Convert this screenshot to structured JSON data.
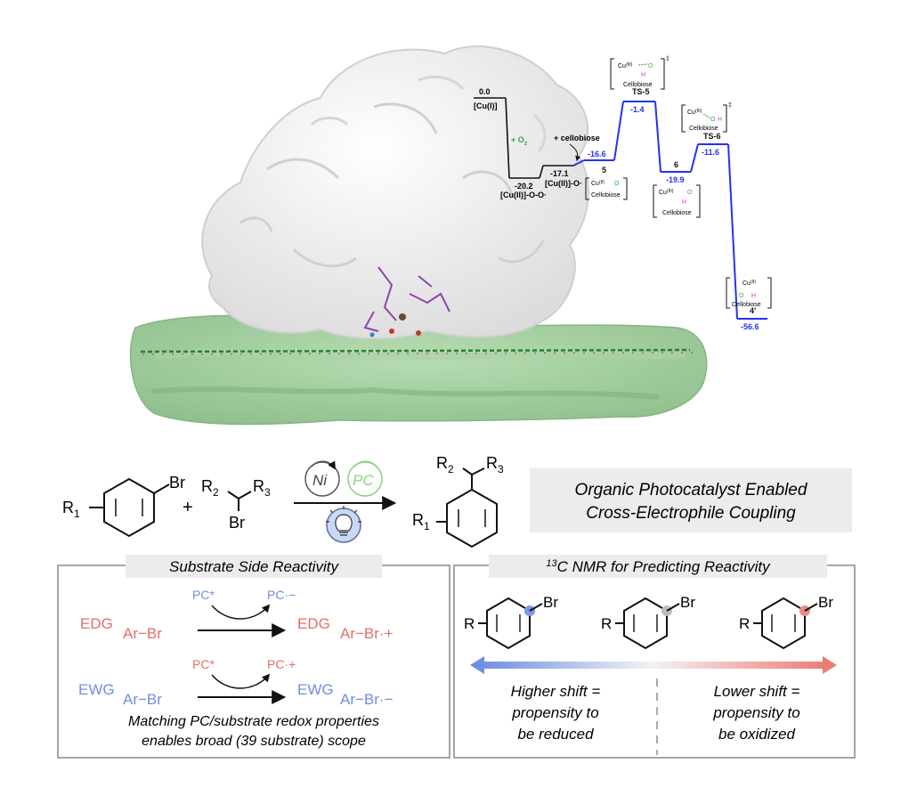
{
  "energy_profile": {
    "states": {
      "cu1": {
        "value": "0.0",
        "label": "[Cu(I)]"
      },
      "cuoo": {
        "value": "-20.2",
        "label": "[Cu(II)]-O-O·"
      },
      "cuo": {
        "value": "-17.1",
        "label": "[Cu(II)]-O·"
      },
      "int5": {
        "value": "-16.6",
        "label": "5"
      },
      "ts5": {
        "value": "-1.4",
        "label": "TS-5"
      },
      "int6": {
        "value": "-19.9",
        "label": "6"
      },
      "ts6": {
        "value": "-11.6",
        "label": "TS-6"
      },
      "prod": {
        "value": "-56.6",
        "label": "4'"
      }
    },
    "reagents": {
      "o2": "+ O",
      "o2_sub": "2",
      "cellobiose": "+ cellobiose"
    },
    "box_labels": {
      "cu2": "Cu",
      "cu2_sup": "(II)",
      "cu3": "Cu",
      "cu3_sup": "(III)",
      "o": "O",
      "h": "H",
      "cellobiose": "Cellobiose",
      "ts_mark": "‡"
    }
  },
  "reaction": {
    "r1": "R",
    "r1_sub": "1",
    "br": "Br",
    "plus": "+",
    "r2": "R",
    "r2_sub": "2",
    "r3": "R",
    "r3_sub": "3",
    "ni": "Ni",
    "pc": "PC",
    "title_line1": "Organic Photocatalyst Enabled",
    "title_line2": "Cross-Electrophile Coupling"
  },
  "side_panel": {
    "header": "Substrate Side Reactivity",
    "pc_star": "PC*",
    "pc_radical_anion": "PC·−",
    "pc_radical_cation": "PC·+",
    "edg": "EDG",
    "ewg": "EWG",
    "ar_br": "Ar−Br",
    "ar_br_cation": "Ar−Br·+",
    "ar_br_anion": "Ar−Br·−",
    "footer_line1": "Matching PC/substrate redox properties",
    "footer_line2": "enables broad (39 substrate) scope"
  },
  "nmr_panel": {
    "header_sup": "13",
    "header": "C NMR for Predicting Reactivity",
    "r": "R",
    "br": "Br",
    "left_text": [
      "Higher shift =",
      "propensity to",
      "be reduced"
    ],
    "right_text": [
      "Lower shift =",
      "propensity to",
      "be oxidized"
    ]
  },
  "colors": {
    "blue_text": "#6f8fe0",
    "red_text": "#e36f6a",
    "profile_blue": "#2233ee",
    "oxygen_green": "#2fa84a",
    "hydrogen_magenta": "#d23bd2",
    "protein": "#f2f2f2",
    "fiber": "#9ccc9a"
  }
}
